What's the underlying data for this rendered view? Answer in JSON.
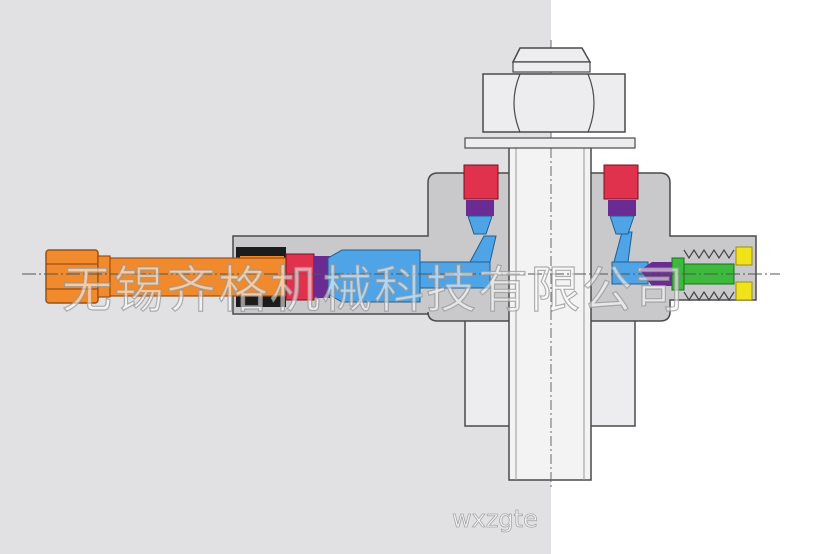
{
  "diagram": {
    "watermark_cn": "无锡齐格机械科技有限公司",
    "watermark_url": "wxzgte",
    "colors": {
      "panel_left": "#e1e1e3",
      "panel_right": "#ffffff",
      "body_grey": "#c9c9cb",
      "outline": "#4a4a4a",
      "nut": "#ededef",
      "stud": "#f3f3f3",
      "orange_hose": "#f08a2c",
      "blue_channel": "#4ea4e6",
      "red_seal": "#e0324c",
      "purple_seal": "#6a2b93",
      "green_plunger": "#3dba3d",
      "yellow_cap": "#f2e21a",
      "black_sleeve": "#1c1c1c"
    },
    "parts": [
      "hose-fitting",
      "nipple",
      "tensioner-body",
      "hex-nut",
      "stud-bolt",
      "hydraulic-channel",
      "seal-rings",
      "piston-plunger",
      "return-spring",
      "end-plug"
    ]
  }
}
